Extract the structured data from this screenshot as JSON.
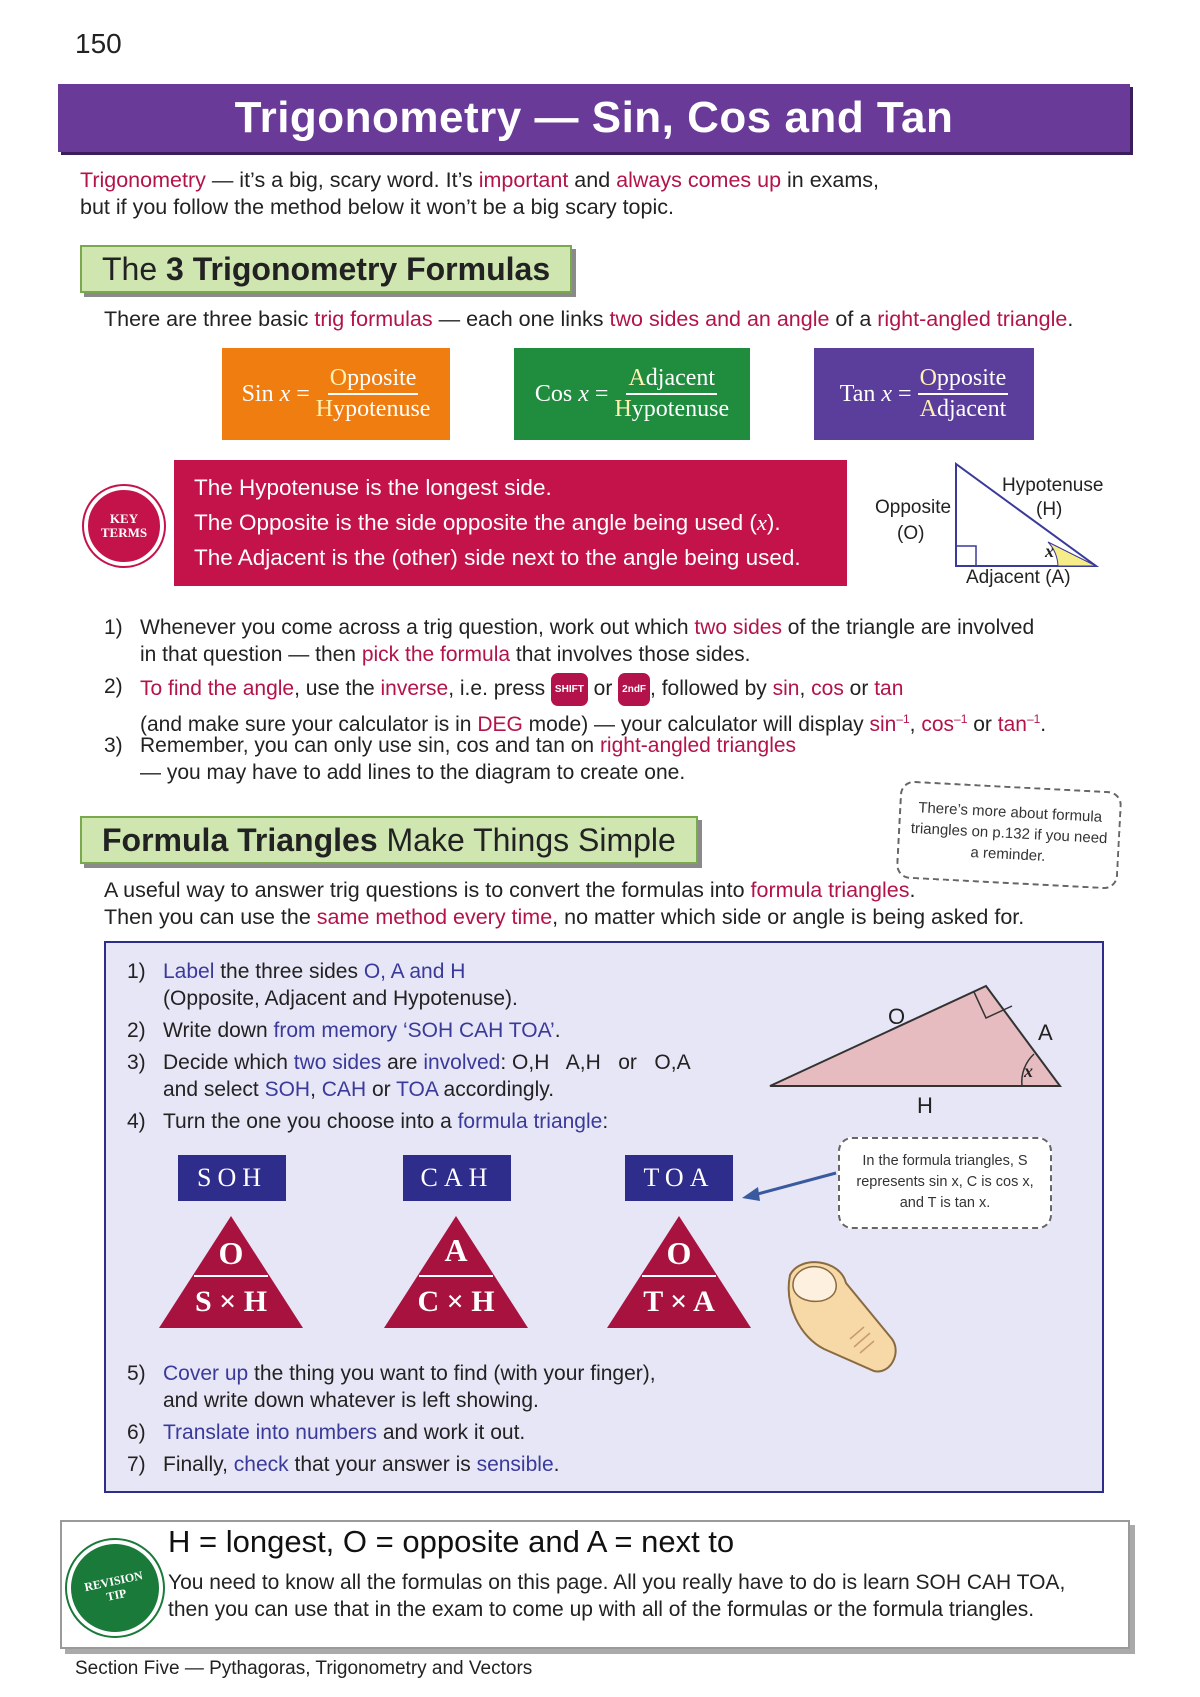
{
  "page_number": "150",
  "title": "Trigonometry — Sin, Cos and Tan",
  "intro": {
    "part1": "Trigonometry",
    "part2": " — it’s a big, scary word.  It’s ",
    "part3": "important",
    "part4": " and ",
    "part5": "always comes up",
    "part6": " in exams,",
    "line2": "but if you follow the method below it won’t be a big scary topic."
  },
  "section1": {
    "heading_prefix": "The ",
    "heading_bold": "3 Trigonometry Formulas",
    "desc_a": "There are three basic ",
    "desc_b": "trig formulas",
    "desc_c": " — each one links ",
    "desc_d": "two sides and an angle",
    "desc_e": " of a ",
    "desc_f": "right-angled triangle",
    "desc_g": ".",
    "formulas": [
      {
        "lhs": "Sin",
        "var": "x",
        "eq": "=",
        "num_first": "O",
        "num_rest": "pposite",
        "den_first": "H",
        "den_rest": "ypotenuse",
        "color": "#ef7d10"
      },
      {
        "lhs": "Cos",
        "var": "x",
        "eq": "=",
        "num_first": "A",
        "num_rest": "djacent",
        "den_first": "H",
        "den_rest": "ypotenuse",
        "color": "#1f8c3e"
      },
      {
        "lhs": "Tan",
        "var": "x",
        "eq": "=",
        "num_first": "O",
        "num_rest": "pposite",
        "den_first": "A",
        "den_rest": "djacent",
        "color": "#5b3d9c"
      }
    ],
    "key_terms_badge_1": "KEY",
    "key_terms_badge_2": "TERMS",
    "key_terms": [
      "The Hypotenuse is the longest side.",
      "The Opposite is the side opposite the angle being used (",
      "x",
      ").",
      "The Adjacent is the (other) side next to the angle being used."
    ],
    "triangle_labels": {
      "hyp": "Hypotenuse",
      "hyp_short": "(H)",
      "opp": "Opposite",
      "opp_short": "(O)",
      "adj": "Adjacent  (A)",
      "angle": "x"
    },
    "steps": {
      "s1_num": "1)",
      "s1_a": "Whenever you come across a trig question, work out which ",
      "s1_b": "two sides",
      "s1_c": " of the triangle are involved",
      "s1_d": "in that question — then ",
      "s1_e": "pick the formula",
      "s1_f": " that involves those sides.",
      "s2_num": "2)",
      "s2_a": "To find the angle",
      "s2_b": ", use the ",
      "s2_c": "inverse",
      "s2_d": ", i.e. press ",
      "s2_key1": "SHIFT",
      "s2_e": " or ",
      "s2_key2": "2ndF",
      "s2_f": ", followed by ",
      "s2_g": "sin",
      "s2_h": ", ",
      "s2_i": "cos",
      "s2_j": " or ",
      "s2_k": "tan",
      "s2_l": "(and make sure your calculator is in ",
      "s2_m": "DEG",
      "s2_n": " mode) — your calculator will display ",
      "s2_o": "sin",
      "s2_p": "–1",
      "s2_q": ", ",
      "s2_r": "cos",
      "s2_s": "–1",
      "s2_t": " or ",
      "s2_u": "tan",
      "s2_v": "–1",
      "s2_w": ".",
      "s3_num": "3)",
      "s3_a": "Remember, you can only use sin, cos and tan on ",
      "s3_b": "right-angled triangles",
      "s3_c": "— you may have to add lines to the diagram to create one."
    },
    "callout": "There’s more about formula triangles on p.132 if you need a reminder."
  },
  "section2": {
    "heading_bold": "Formula Triangles",
    "heading_rest": " Make Things Simple",
    "desc1_a": "A useful way to answer trig questions is to convert the formulas into ",
    "desc1_b": "formula triangles",
    "desc1_c": ".",
    "desc2_a": "Then you can use the ",
    "desc2_b": "same method every time",
    "desc2_c": ", no matter which side or angle is being asked for.",
    "steps": {
      "n1": "1)",
      "a1": "Label",
      "b1": " the three sides ",
      "c1": "O, A and H",
      "d1": "(Opposite, Adjacent and Hypotenuse).",
      "n2": "2)",
      "a2": "Write down ",
      "b2": "from memory ‘SOH CAH TOA’",
      "c2": ".",
      "n3": "3)",
      "a3": "Decide which ",
      "b3": "two sides",
      "c3": " are ",
      "d3": "involved",
      "e3": ": O,H   A,H   or   O,A",
      "f3": "and select ",
      "g3": "SOH",
      "h3": ", ",
      "i3": "CAH",
      "j3": " or ",
      "k3": "TOA",
      "l3": " accordingly.",
      "n4": "4)",
      "a4": "Turn the one you choose into a ",
      "b4": "formula triangle",
      "c4": ":",
      "n5": "5)",
      "a5": "Cover up",
      "b5": " the thing you want to find (with your finger),",
      "c5": "and write down whatever is left showing.",
      "n6": "6)",
      "a6": "Translate into numbers",
      "b6": " and work it out.",
      "n7": "7)",
      "a7": "Finally, ",
      "b7": "check",
      "c7": " that your answer is ",
      "d7": "sensible",
      "e7": "."
    },
    "triangle_labels": {
      "o": "O",
      "a": "A",
      "h": "H",
      "angle": "x"
    },
    "formula_triangles": [
      {
        "label": "SOH",
        "top": "O",
        "bottom": "S × H"
      },
      {
        "label": "CAH",
        "top": "A",
        "bottom": "C × H"
      },
      {
        "label": "TOA",
        "top": "O",
        "bottom": "T × A"
      }
    ],
    "callout": "In the formula triangles, S represents sin x, C is cos x, and T is tan x."
  },
  "revision": {
    "badge_1": "REVISION",
    "badge_2": "TIP",
    "heading": "H = longest, O = opposite and A = next to",
    "line1": "You need to know all the formulas on this page.  All you really have to do is learn SOH CAH TOA,",
    "line2": "then you can use that in the exam to come up with all of the formulas or the formula triangles."
  },
  "footer": "Section Five — Pythagoras, Trigonometry and Vectors",
  "colors": {
    "title_bg": "#6a3a99",
    "highlight_red": "#b3134a",
    "highlight_blue": "#3a3a9a",
    "section_head_bg": "#cfe6b0",
    "key_terms_bg": "#c4124a",
    "lilac_bg": "#e7e6f6",
    "navy": "#2f2d8c",
    "triangle_red": "#a8123f",
    "revision_green": "#1a7a3a"
  }
}
